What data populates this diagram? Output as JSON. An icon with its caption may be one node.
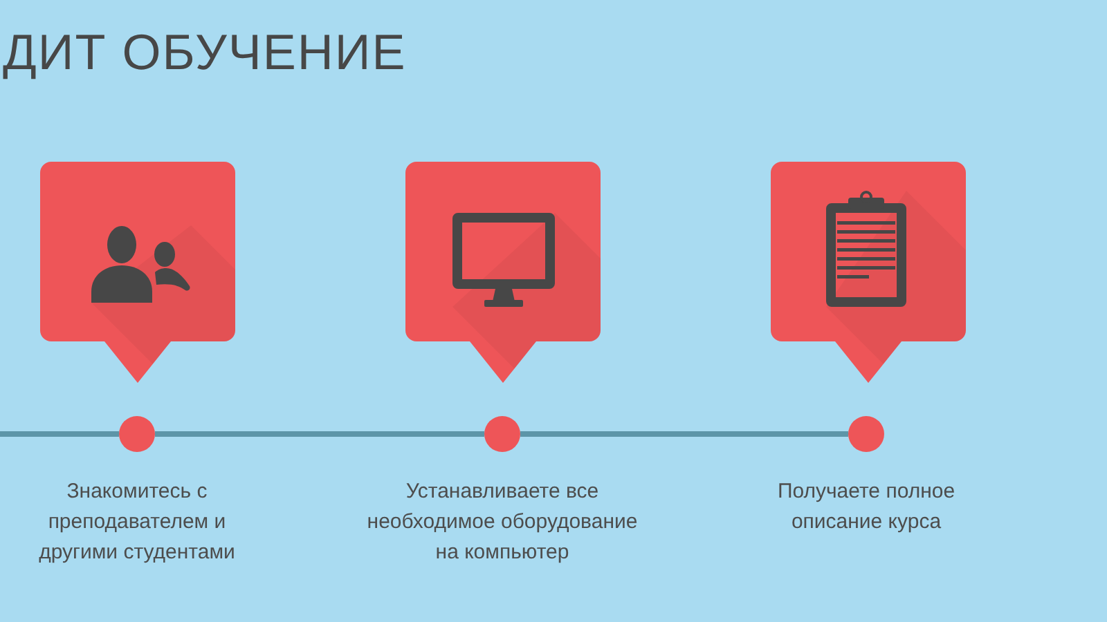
{
  "diagram": {
    "title": "ДИТ ОБУЧЕНИЕ",
    "nodes": [
      {
        "text": [],
        "shape": "box"
      },
      {
        "text": [],
        "shape": "box"
      },
      {
        "text": [],
        "shape": "box"
      },
      {
        "text": [],
        "shape": "circle",
        "beside": [
          "Знакомитесь с преподавателем и другими студентами"
        ]
      },
      {
        "text": [],
        "shape": "circle",
        "beside": [
          "Устанавливаете все необходимое оборудование на компьютер"
        ]
      },
      {
        "text": [],
        "shape": "circle",
        "beside": [
          "Получаете полное описание курса"
        ]
      }
    ],
    "edges": [
      {
        "from": null,
        "to": 3,
        "arrow": "none"
      },
      {
        "from": 3,
        "to": 4,
        "arrow": "none"
      },
      {
        "from": 4,
        "to": 5,
        "arrow": "none"
      }
    ]
  }
}
